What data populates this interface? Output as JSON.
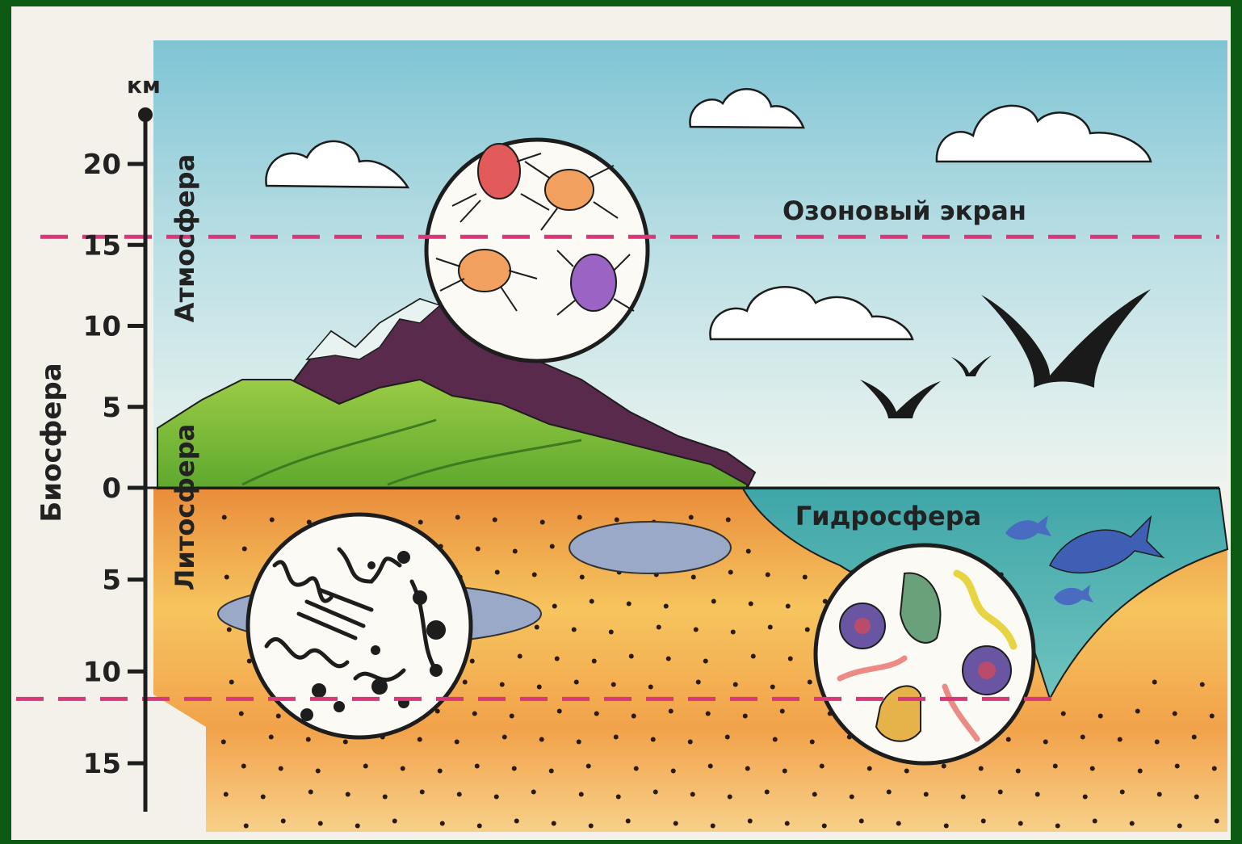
{
  "axis": {
    "unit": "км",
    "ticks_above": [
      {
        "value": 20,
        "label": "20"
      },
      {
        "value": 15,
        "label": "15"
      },
      {
        "value": 10,
        "label": "10"
      },
      {
        "value": 5,
        "label": "5"
      },
      {
        "value": 0,
        "label": "0"
      }
    ],
    "ticks_below": [
      {
        "value": -5,
        "label": "5"
      },
      {
        "value": -10,
        "label": "10"
      },
      {
        "value": -15,
        "label": "15"
      }
    ]
  },
  "labels": {
    "biosphere": "Биосфера",
    "atmosphere": "Атмосфера",
    "lithosphere": "Литосфера",
    "hydrosphere": "Гидросфера",
    "ozone": "Озоновый экран"
  },
  "boundaries": {
    "upper_km": 15.5,
    "lower_km": -11.5
  },
  "colors": {
    "frame": "#0d5a12",
    "boundary_line": "#d8387a",
    "sky": "#a9d6dc",
    "ground": "#f3b04c",
    "water": "#55b3b5",
    "grass": "#8cc33c",
    "rock": "#4a2440"
  }
}
